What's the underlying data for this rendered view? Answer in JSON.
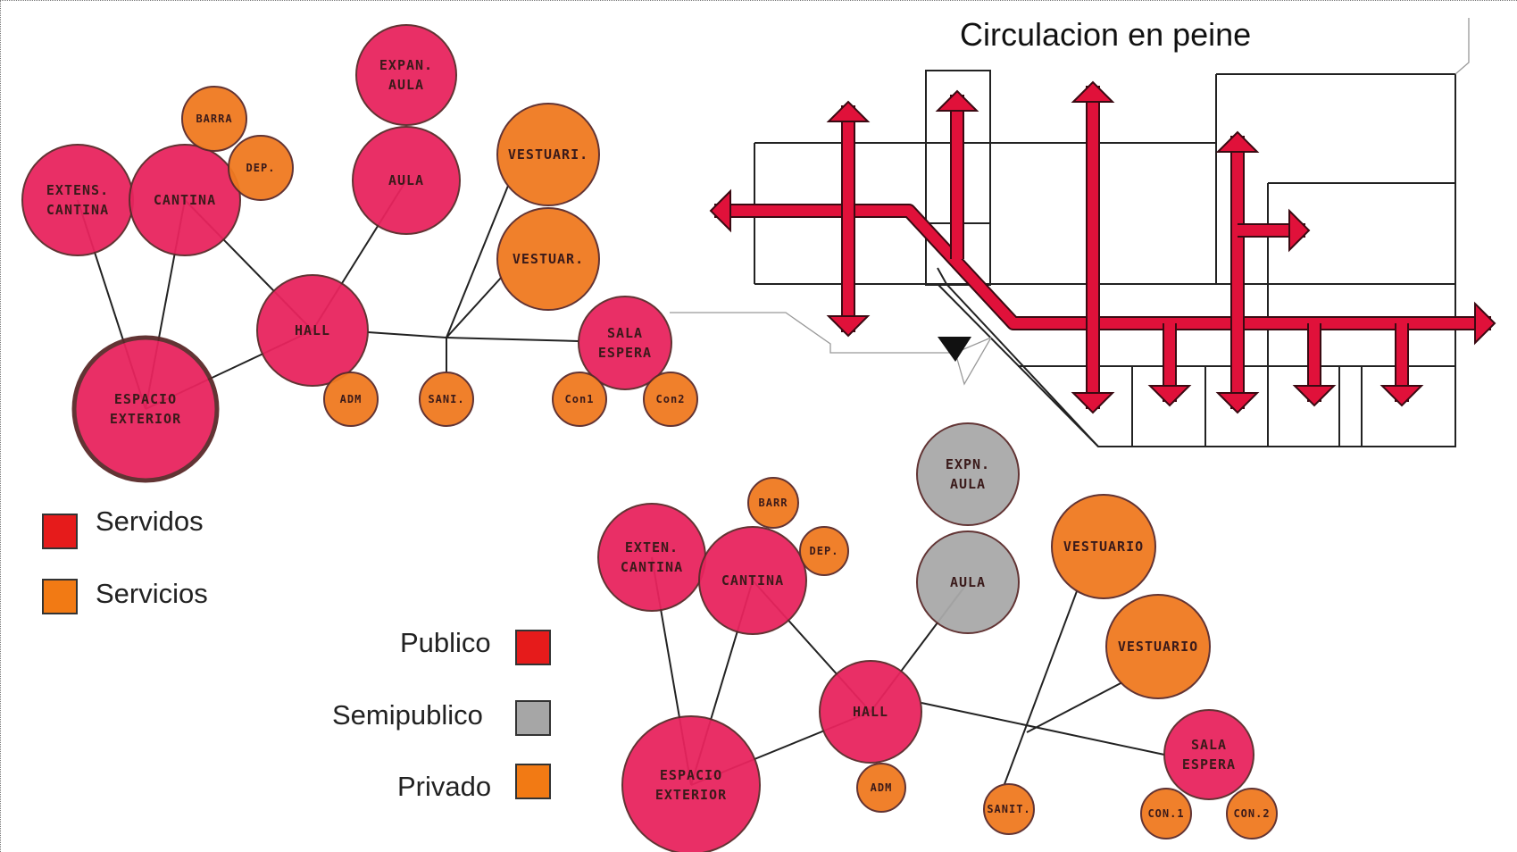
{
  "title": "Circulacion en peine",
  "colors": {
    "public": "#e8245e",
    "semipublic": "#a9a9a9",
    "private": "#f07a20",
    "legend_red": "#e61b1b",
    "legend_orange": "#f27a14",
    "legend_gray": "#a6a6a6",
    "arrow": "#e0113a"
  },
  "legend_top": {
    "served": "Servidos",
    "services": "Servicios"
  },
  "legend_bottom": {
    "public": "Publico",
    "semipublic": "Semipublico",
    "private": "Privado"
  },
  "diagram_top": {
    "nodes": [
      {
        "id": "exten-cantina",
        "lines": [
          "EXTENS.",
          "CANTINA"
        ],
        "group": "public"
      },
      {
        "id": "cantina",
        "lines": [
          "CANTINA"
        ],
        "group": "public"
      },
      {
        "id": "barra",
        "lines": [
          "BARRA"
        ],
        "group": "private"
      },
      {
        "id": "dep",
        "lines": [
          "DEP."
        ],
        "group": "private"
      },
      {
        "id": "expan-aula",
        "lines": [
          "EXPAN.",
          "AULA"
        ],
        "group": "public"
      },
      {
        "id": "aula",
        "lines": [
          "AULA"
        ],
        "group": "public"
      },
      {
        "id": "hall",
        "lines": [
          "HALL"
        ],
        "group": "public"
      },
      {
        "id": "espacio-exterior",
        "lines": [
          "ESPACIO",
          "EXTERIOR"
        ],
        "group": "public"
      },
      {
        "id": "adm",
        "lines": [
          "ADM"
        ],
        "group": "private"
      },
      {
        "id": "sani",
        "lines": [
          "SANI."
        ],
        "group": "private"
      },
      {
        "id": "vestuario-1",
        "lines": [
          "VESTUARI."
        ],
        "group": "private"
      },
      {
        "id": "vestuario-2",
        "lines": [
          "VESTUAR."
        ],
        "group": "private"
      },
      {
        "id": "sala-espera",
        "lines": [
          "SALA",
          "ESPERA"
        ],
        "group": "public"
      },
      {
        "id": "con1",
        "lines": [
          "Con1"
        ],
        "group": "private"
      },
      {
        "id": "con2",
        "lines": [
          "Con2"
        ],
        "group": "private"
      }
    ]
  },
  "diagram_bottom": {
    "nodes": [
      {
        "id": "exten-cantina",
        "lines": [
          "EXTEN.",
          "CANTINA"
        ],
        "group": "public"
      },
      {
        "id": "cantina",
        "lines": [
          "CANTINA"
        ],
        "group": "public"
      },
      {
        "id": "barra",
        "lines": [
          "BARR"
        ],
        "group": "private"
      },
      {
        "id": "dep",
        "lines": [
          "DEP."
        ],
        "group": "private"
      },
      {
        "id": "expan-aula",
        "lines": [
          "EXPN.",
          "AULA"
        ],
        "group": "semipublic"
      },
      {
        "id": "aula",
        "lines": [
          "AULA"
        ],
        "group": "semipublic"
      },
      {
        "id": "hall",
        "lines": [
          "HALL"
        ],
        "group": "public"
      },
      {
        "id": "espacio-exterior",
        "lines": [
          "ESPACIO",
          "EXTERIOR"
        ],
        "group": "public"
      },
      {
        "id": "adm",
        "lines": [
          "ADM"
        ],
        "group": "private"
      },
      {
        "id": "sani",
        "lines": [
          "SANIT."
        ],
        "group": "private"
      },
      {
        "id": "vestuario-1",
        "lines": [
          "VESTUARIO"
        ],
        "group": "private"
      },
      {
        "id": "vestuario-2",
        "lines": [
          "VESTUARIO"
        ],
        "group": "private"
      },
      {
        "id": "sala-espera",
        "lines": [
          "SALA",
          "ESPERA"
        ],
        "group": "public"
      },
      {
        "id": "con1",
        "lines": [
          "CON.1"
        ],
        "group": "private"
      },
      {
        "id": "con2",
        "lines": [
          "CON.2"
        ],
        "group": "private"
      }
    ]
  }
}
